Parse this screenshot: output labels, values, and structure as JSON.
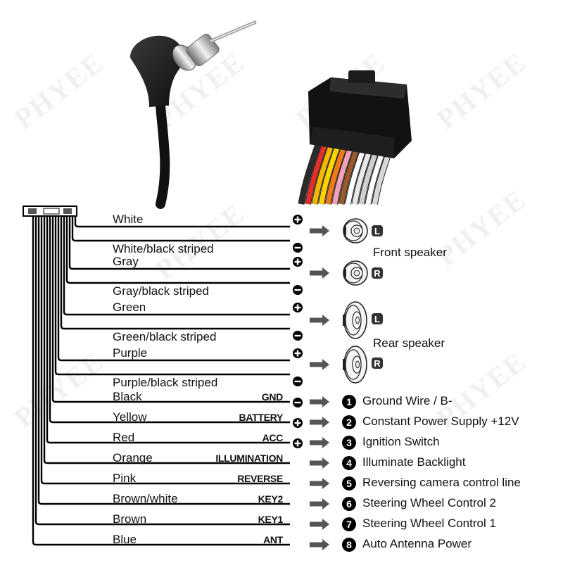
{
  "watermark": "PHYEE",
  "wires": [
    {
      "color": "White",
      "polarity": "+"
    },
    {
      "color": "White/black striped",
      "polarity": "-"
    },
    {
      "color": "Gray",
      "polarity": "+"
    },
    {
      "color": "Gray/black striped",
      "polarity": "-"
    },
    {
      "color": "Green",
      "polarity": "+"
    },
    {
      "color": "Green/black striped",
      "polarity": "-"
    },
    {
      "color": "Purple",
      "polarity": "+"
    },
    {
      "color": "Purple/black striped",
      "polarity": "-"
    },
    {
      "color": "Black",
      "code": "GND",
      "polarity": "-",
      "num": "1",
      "function": "Ground Wire / B-"
    },
    {
      "color": "Yellow",
      "code": "BATTERY",
      "polarity": "+",
      "num": "2",
      "function": "Constant Power Supply +12V"
    },
    {
      "color": "Red",
      "code": "ACC",
      "polarity": "+",
      "num": "3",
      "function": "Ignition Switch"
    },
    {
      "color": "Orange",
      "code": "ILLUMINATION",
      "num": "4",
      "function": "Illuminate Backlight"
    },
    {
      "color": "Pink",
      "code": "REVERSE",
      "num": "5",
      "function": "Reversing camera control line"
    },
    {
      "color": "Brown/white",
      "code": "KEY2",
      "num": "6",
      "function": "Steering Wheel Control 2"
    },
    {
      "color": "Brown",
      "code": "KEY1",
      "num": "7",
      "function": "Steering Wheel Control 1"
    },
    {
      "color": "Blue",
      "code": "ANT",
      "num": "8",
      "function": "Auto  Antenna Power"
    }
  ],
  "speakers": [
    {
      "channel": "L",
      "kind": "round"
    },
    {
      "channel": "R",
      "kind": "round"
    },
    {
      "channel": "L",
      "kind": "oval"
    },
    {
      "channel": "R",
      "kind": "oval"
    }
  ],
  "groups": {
    "front": "Front speaker",
    "rear": "Rear speaker"
  },
  "harness_wire_colors": [
    "#2b2b2b",
    "#e0302a",
    "#f5b800",
    "#ffd400",
    "#f07a18",
    "#f4a0b8",
    "#9a5a2e",
    "#ffffff",
    "#e8e8e8",
    "#cfcfcf",
    "#ffffff",
    "#d8d8d8"
  ]
}
